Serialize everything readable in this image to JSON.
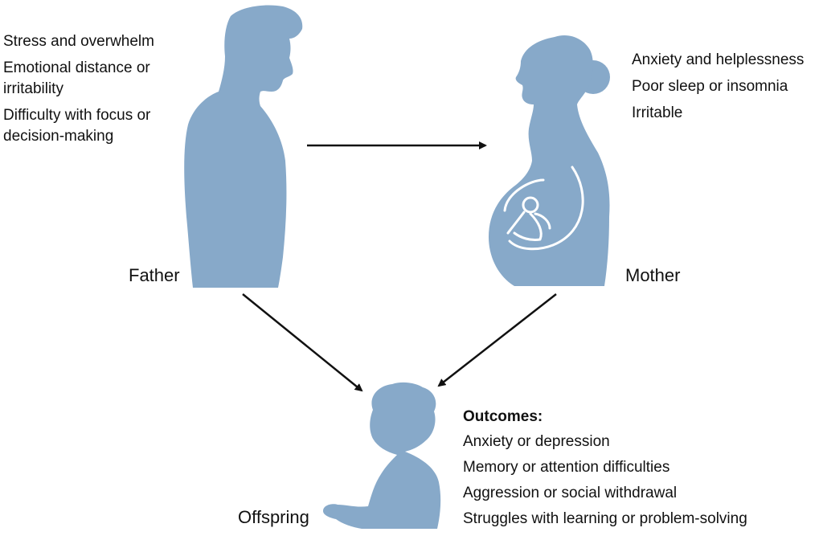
{
  "colors": {
    "silhouette": "#87a9c9",
    "arrow": "#111111",
    "text": "#111111",
    "fetus_line": "#ffffff"
  },
  "icons": [
    "father-silhouette",
    "mother-silhouette",
    "fetus-outline",
    "offspring-silhouette",
    "arrow"
  ],
  "father": {
    "label": "Father",
    "symptoms": [
      "Stress and overwhelm",
      "Emotional distance or",
      "irritability",
      "Difficulty with focus or",
      "decision-making"
    ]
  },
  "mother": {
    "label": "Mother",
    "symptoms": [
      "Anxiety and helplessness",
      "Poor sleep or insomnia",
      "Irritable"
    ]
  },
  "offspring": {
    "label": "Offspring",
    "outcomes_title": "Outcomes:",
    "outcomes": [
      "Anxiety or depression",
      "Memory or attention difficulties",
      "Aggression or social withdrawal",
      "Struggles with learning or problem-solving"
    ]
  }
}
